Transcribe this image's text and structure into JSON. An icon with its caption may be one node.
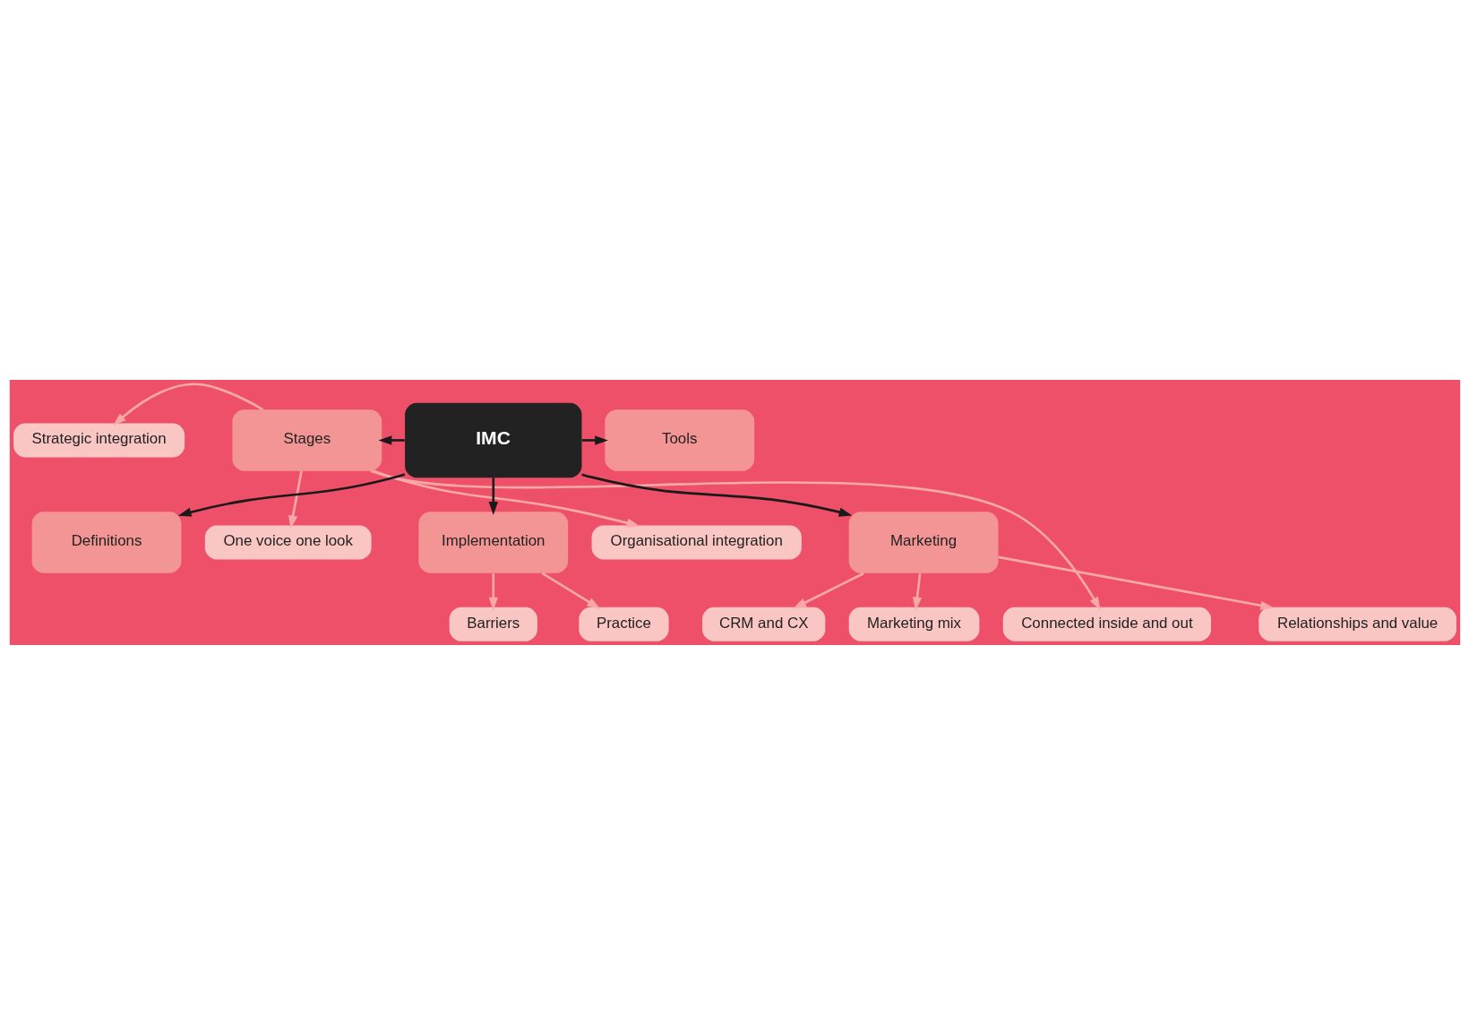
{
  "diagram": {
    "nodes": [
      {
        "text": [
          "Relationships and value"
        ]
      },
      {
        "text": [
          "CRM and CX"
        ]
      },
      {
        "text": [
          "Marketing mix"
        ]
      },
      {
        "text": [
          "Marketing"
        ]
      },
      {
        "text": [
          "One voice one look"
        ]
      },
      {
        "text": [
          "Strategic integration"
        ]
      },
      {
        "text": [
          "Organisational integration"
        ]
      },
      {
        "text": [
          "Connected inside and out"
        ]
      },
      {
        "text": [
          "Stages"
        ]
      },
      {
        "text": [
          "IMC"
        ]
      },
      {
        "text": [
          "Tools"
        ]
      },
      {
        "text": [
          "Definitions"
        ]
      },
      {
        "text": [
          "Implementation"
        ]
      },
      {
        "text": [
          "Practice"
        ]
      },
      {
        "text": [
          "Barriers"
        ]
      }
    ],
    "edges": [
      {
        "from": 9,
        "to": 3,
        "arrow": "to",
        "color": "#1a1a1a"
      },
      {
        "from": 9,
        "to": 8,
        "arrow": "to",
        "color": "#1a1a1a"
      },
      {
        "from": 9,
        "to": 10,
        "arrow": "to",
        "color": "#1a1a1a"
      },
      {
        "from": 9,
        "to": 11,
        "arrow": "to",
        "color": "#1a1a1a"
      },
      {
        "from": 9,
        "to": 12,
        "arrow": "to",
        "color": "#1a1a1a"
      },
      {
        "from": 3,
        "to": 0,
        "arrow": "to"
      },
      {
        "from": 3,
        "to": 1,
        "arrow": "to"
      },
      {
        "from": 3,
        "to": 2,
        "arrow": "to"
      },
      {
        "from": 8,
        "to": 4,
        "arrow": "to"
      },
      {
        "from": 8,
        "to": 5,
        "arrow": "to"
      },
      {
        "from": 8,
        "to": 6,
        "arrow": "to"
      },
      {
        "from": 8,
        "to": 7,
        "arrow": "to"
      },
      {
        "from": 12,
        "to": 13,
        "arrow": "to"
      },
      {
        "from": 12,
        "to": 14,
        "arrow": "to"
      }
    ]
  }
}
